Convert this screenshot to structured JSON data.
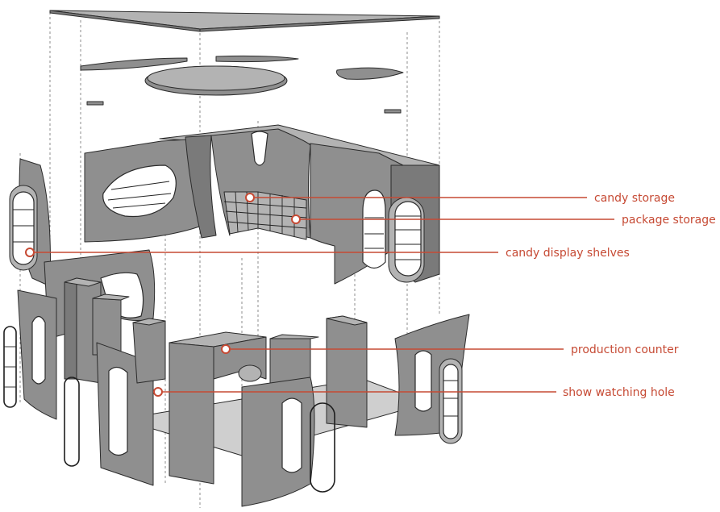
{
  "annotations": [
    {
      "id": "candy-storage",
      "text": "candy storage"
    },
    {
      "id": "package-storage",
      "text": "package storage"
    },
    {
      "id": "candy-display-shelves",
      "text": "candy display shelves"
    },
    {
      "id": "production-counter",
      "text": "production counter"
    },
    {
      "id": "show-watching-hole",
      "text": "show watching hole"
    }
  ],
  "colors": {
    "annotation": "#c64a34",
    "wall": "#8f8f8f",
    "outline": "#2b2b2b"
  }
}
